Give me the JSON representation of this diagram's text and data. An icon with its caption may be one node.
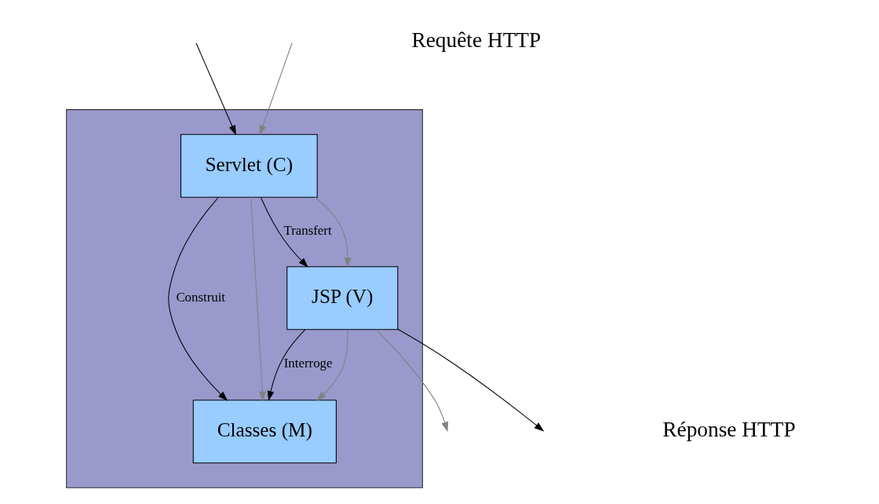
{
  "diagram": {
    "nodes": [
      {
        "text": [],
        "shape": "box"
      },
      {
        "text": [
          "Servlet (C)"
        ],
        "in": 0
      },
      {
        "text": [
          "Classes (M)"
        ],
        "in": 0
      },
      {
        "text": [
          "JSP (V)"
        ],
        "in": 0
      }
    ],
    "edges": [
      {
        "from": null,
        "to": 1,
        "arrow": "to",
        "color": "#000000"
      },
      {
        "from": null,
        "to": 1,
        "arrow": "to",
        "color": "#808080"
      },
      {
        "from": 1,
        "to": 2,
        "arrow": "to",
        "label": "Construit",
        "color": "#000000"
      },
      {
        "from": 1,
        "to": 2,
        "arrow": "to",
        "color": "#808080"
      },
      {
        "from": 1,
        "to": 3,
        "arrow": "to",
        "label": "Transfert",
        "color": "#000000"
      },
      {
        "from": 1,
        "to": 3,
        "arrow": "to",
        "color": "#808080"
      },
      {
        "from": 3,
        "to": 2,
        "arrow": "to",
        "label": "Interroge",
        "color": "#000000"
      },
      {
        "from": 3,
        "to": 2,
        "arrow": "to",
        "color": "#808080"
      },
      {
        "from": 3,
        "to": null,
        "arrow": "to",
        "color": "#000000"
      },
      {
        "from": 3,
        "to": null,
        "arrow": "to",
        "color": "#808080"
      }
    ],
    "labels": [
      "Requête HTTP",
      "Réponse HTTP"
    ]
  }
}
